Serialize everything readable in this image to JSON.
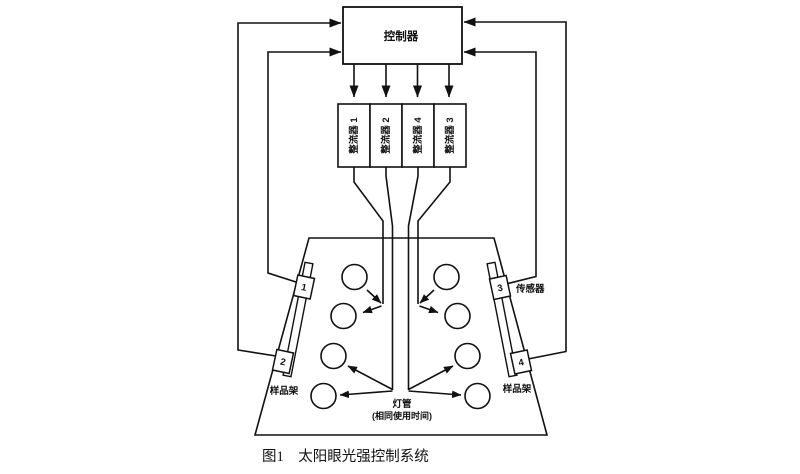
{
  "figure_caption": "图1　太阳眼光强控制系统",
  "controller": {
    "label": "控制器"
  },
  "rectifiers": {
    "labels": [
      "整流器 1",
      "整流器 2",
      "整流器 4",
      "整流器 3"
    ]
  },
  "sensors": {
    "numbers": [
      "1",
      "2",
      "3",
      "4"
    ],
    "sensor_label": "传感器"
  },
  "racks": {
    "left_label": "样品架",
    "right_label": "样品架"
  },
  "lamps": {
    "label": "灯管",
    "note": "(相同使用时间)"
  },
  "colors": {
    "line": "#111111",
    "background": "#ffffff"
  }
}
